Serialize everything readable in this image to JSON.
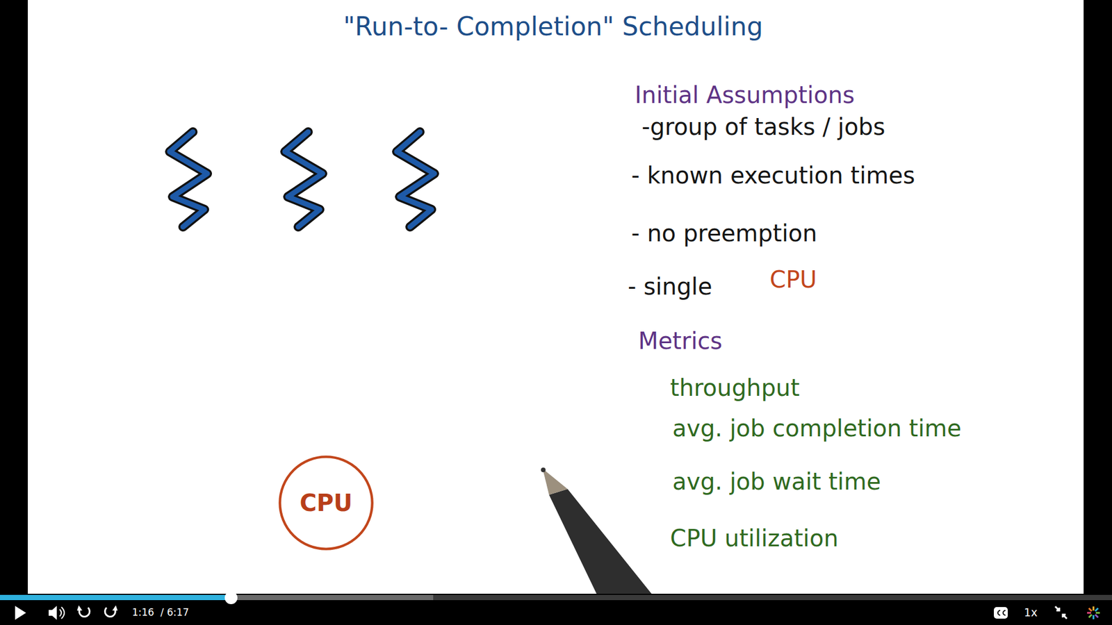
{
  "diagram": {
    "title": "\"Run-to- Completion\" Scheduling",
    "nodes": [
      {
        "text": [
          "CPU"
        ]
      }
    ],
    "labels": [
      "Initial Assumptions",
      "-group of tasks / jobs",
      "- known execution times",
      "- no preemption",
      "- single",
      "CPU",
      "Metrics",
      "throughput",
      "avg. job completion time",
      "avg. job wait time",
      "CPU utilization",
      "1:16",
      "/ 6:17",
      "1x"
    ]
  }
}
